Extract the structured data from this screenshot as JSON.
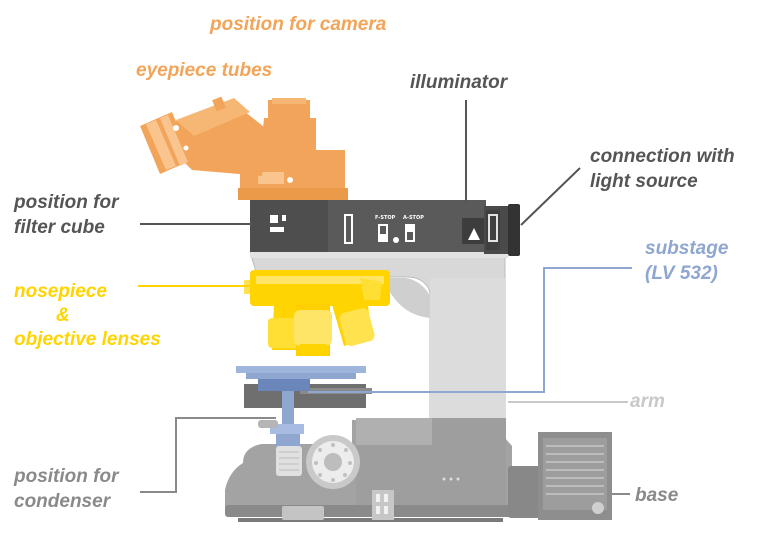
{
  "labels": {
    "camera": "position for camera",
    "eyepiece": "eyepiece tubes",
    "illuminator": "illuminator",
    "connection_1": "connection with",
    "connection_2": "light source",
    "filter_1": "position for",
    "filter_2": "filter cube",
    "substage_1": "substage",
    "substage_2": "(LV 532)",
    "nosepiece_1": "nosepiece",
    "nosepiece_2": "&",
    "nosepiece_3": "objective lenses",
    "arm": "arm",
    "condenser_1": "position for",
    "condenser_2": "condenser",
    "base": "base"
  },
  "panel": {
    "fstop": "F-STOP",
    "astop": "A-STOP"
  },
  "colors": {
    "camera_eyepiece": "#f2a55a",
    "illuminator_body": "#5a5a5a",
    "nosepiece": "#ffd400",
    "substage": "#8fa7d0",
    "arm": "#c9c9c9",
    "base": "#9a9a9a",
    "leader_dark": "#555555"
  }
}
